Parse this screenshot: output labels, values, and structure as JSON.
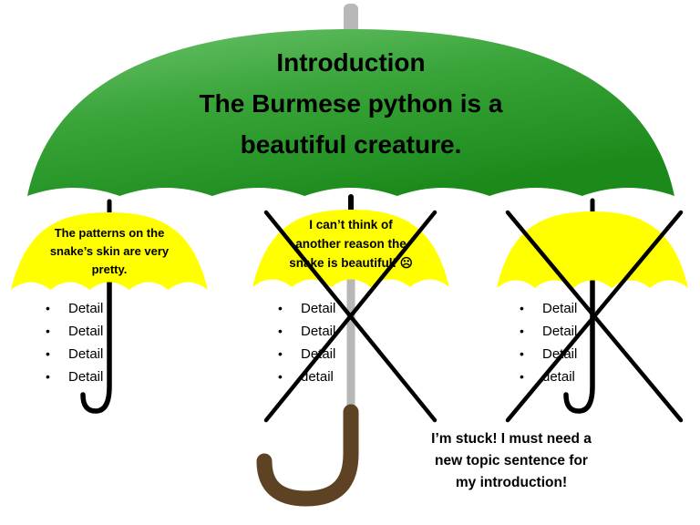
{
  "slide": {
    "main_umbrella": {
      "lines": [
        "Introduction",
        "The Burmese python is a",
        "beautiful creature."
      ]
    },
    "sub_umbrellas": [
      {
        "caption_lines": [
          "The patterns on the",
          "snake’s skin are very",
          "pretty."
        ],
        "details": [
          "Detail",
          "Detail",
          "Detail",
          "Detail"
        ],
        "crossed_out": false
      },
      {
        "caption_lines": [
          "I can’t think of",
          "another reason the",
          "snake is beautiful! ☹"
        ],
        "details": [
          "Detail",
          "Detail",
          "Detail",
          "detail"
        ],
        "crossed_out": true
      },
      {
        "caption_lines": [],
        "details": [
          "Detail",
          "Detail",
          "Detail",
          "detail"
        ],
        "crossed_out": true
      }
    ],
    "stuck_note_lines": [
      "I’m stuck!  I must need a",
      "new topic sentence for",
      "my introduction!"
    ],
    "colors": {
      "canopy_green_light": "#67c167",
      "canopy_green_dark": "#1b8a1b",
      "canopy_yellow": "#ffff00",
      "handle_brown": "#5d4324",
      "stem_gray": "#b7b7b7",
      "cross_black": "#000000"
    }
  }
}
